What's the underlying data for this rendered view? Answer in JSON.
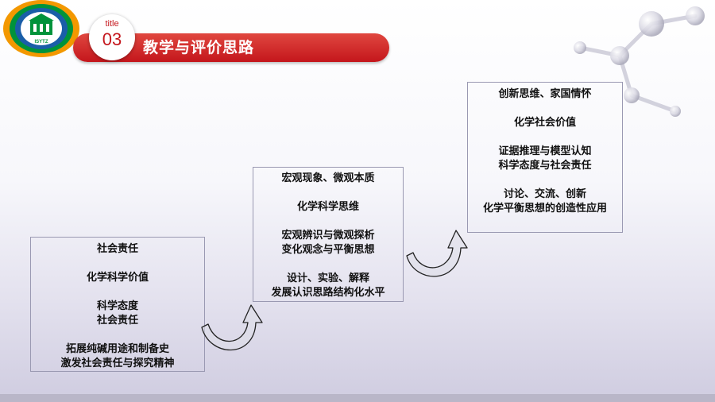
{
  "header": {
    "logo_text": "ISYTZ",
    "section_label": "title",
    "section_number": "03",
    "title": "教学与评价思路"
  },
  "boxes": [
    {
      "lines": [
        "社会责任",
        "",
        "化学科学价值",
        "",
        "科学态度",
        "社会责任",
        "",
        "拓展纯碱用途和制备史",
        "激发社会责任与探究精神"
      ]
    },
    {
      "lines": [
        "宏观现象、微观本质",
        "",
        "化学科学思维",
        "",
        "宏观辨识与微观探析",
        "变化观念与平衡思想",
        "",
        "设计、实验、解释",
        "发展认识思路结构化水平"
      ]
    },
    {
      "lines": [
        "创新思维、家国情怀",
        "",
        "化学社会价值",
        "",
        "证据推理与模型认知",
        "科学态度与社会责任",
        "",
        "讨论、交流、创新",
        "化学平衡思想的创造性应用"
      ]
    }
  ],
  "colors": {
    "accent_red": "#c4161c",
    "box_border": "#9a99b2",
    "logo_orange": "#f39800",
    "logo_green": "#00933b",
    "logo_blue": "#1a5ea8"
  },
  "icons": [
    "school-logo-icon",
    "curved-arrow-icon",
    "molecule-decoration-icon"
  ]
}
